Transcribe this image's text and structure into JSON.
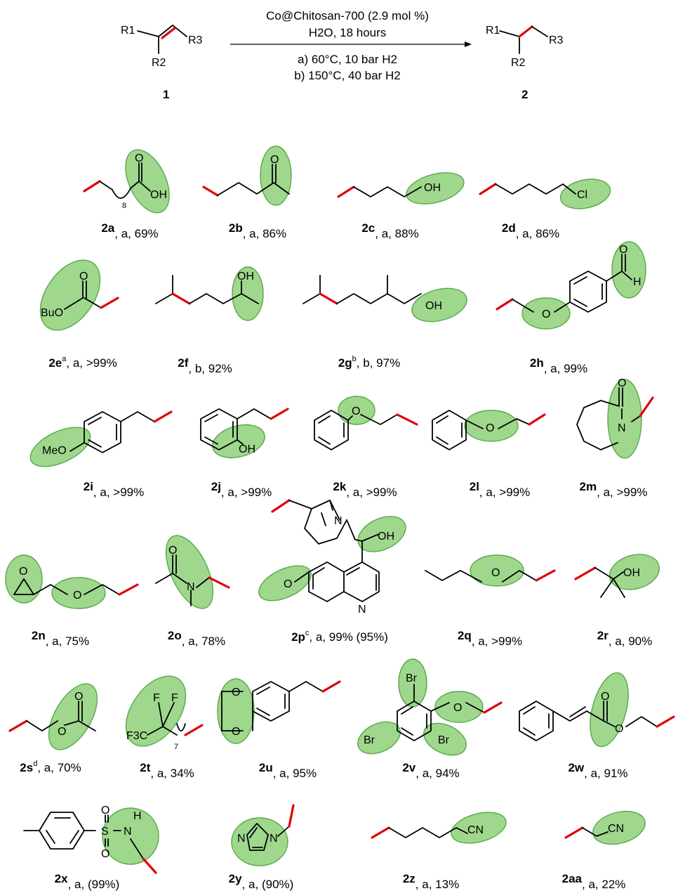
{
  "reaction": {
    "catalyst": "Co@Chitosan-700 (2.9 mol %)",
    "solvent": "H2O",
    "time": "18 hours",
    "condition_a": "a) 60°C, 10 bar H2",
    "condition_b": "b) 150°C, 40 bar H2",
    "reactant_label": "1",
    "product_label": "2",
    "reactant_groups": [
      "R1",
      "R2",
      "R3"
    ],
    "product_groups": [
      "R1",
      "R2",
      "R3"
    ]
  },
  "compounds": [
    {
      "id": "2a",
      "sup": "",
      "cond": "a",
      "yield": "69%",
      "atoms": [
        "O",
        "OH",
        "8"
      ]
    },
    {
      "id": "2b",
      "sup": "",
      "cond": "a",
      "yield": "86%",
      "atoms": [
        "O"
      ]
    },
    {
      "id": "2c",
      "sup": "",
      "cond": "a",
      "yield": "88%",
      "atoms": [
        "OH"
      ]
    },
    {
      "id": "2d",
      "sup": "",
      "cond": "a",
      "yield": "86%",
      "atoms": [
        "Cl"
      ]
    },
    {
      "id": "2e",
      "sup": "a",
      "cond": "a",
      "yield": ">99%",
      "atoms": [
        "O",
        "BuO"
      ]
    },
    {
      "id": "2f",
      "sup": "",
      "cond": "b",
      "yield": "92%",
      "atoms": [
        "OH"
      ]
    },
    {
      "id": "2g",
      "sup": "b",
      "cond": "b",
      "yield": "97%",
      "atoms": [
        "OH"
      ]
    },
    {
      "id": "2h",
      "sup": "",
      "cond": "a",
      "yield": "99%",
      "atoms": [
        "O",
        "H",
        "O"
      ]
    },
    {
      "id": "2i",
      "sup": "",
      "cond": "a",
      "yield": ">99%",
      "atoms": [
        "MeO"
      ]
    },
    {
      "id": "2j",
      "sup": "",
      "cond": "a",
      "yield": ">99%",
      "atoms": [
        "OH"
      ]
    },
    {
      "id": "2k",
      "sup": "",
      "cond": "a",
      "yield": ">99%",
      "atoms": [
        "O"
      ]
    },
    {
      "id": "2l",
      "sup": "",
      "cond": "a",
      "yield": ">99%",
      "atoms": [
        "O"
      ]
    },
    {
      "id": "2m",
      "sup": "",
      "cond": "a",
      "yield": ">99%",
      "atoms": [
        "O",
        "N"
      ]
    },
    {
      "id": "2n",
      "sup": "",
      "cond": "a",
      "yield": "75%",
      "atoms": [
        "O",
        "O"
      ]
    },
    {
      "id": "2o",
      "sup": "",
      "cond": "a",
      "yield": "78%",
      "atoms": [
        "O",
        "N"
      ]
    },
    {
      "id": "2p",
      "sup": "c",
      "cond": "a",
      "yield": "99% (95%)",
      "atoms": [
        "N",
        "OH",
        "O",
        "N"
      ]
    },
    {
      "id": "2q",
      "sup": "",
      "cond": "a",
      "yield": ">99%",
      "atoms": [
        "O"
      ]
    },
    {
      "id": "2r",
      "sup": "",
      "cond": "a",
      "yield": "90%",
      "atoms": [
        "OH"
      ]
    },
    {
      "id": "2s",
      "sup": "d",
      "cond": "a",
      "yield": "70%",
      "atoms": [
        "O",
        "O"
      ]
    },
    {
      "id": "2t",
      "sup": "",
      "cond": "a",
      "yield": "34%",
      "atoms": [
        "F",
        "F",
        "F3C",
        "7"
      ]
    },
    {
      "id": "2u",
      "sup": "",
      "cond": "a",
      "yield": "95%",
      "atoms": [
        "O",
        "O"
      ]
    },
    {
      "id": "2v",
      "sup": "",
      "cond": "a",
      "yield": "94%",
      "atoms": [
        "Br",
        "O",
        "Br",
        "Br"
      ]
    },
    {
      "id": "2w",
      "sup": "",
      "cond": "a",
      "yield": "91%",
      "atoms": [
        "O",
        "O"
      ]
    },
    {
      "id": "2x",
      "sup": "",
      "cond": "a",
      "yield": "(99%)",
      "atoms": [
        "O",
        "S",
        "O",
        "N",
        "H"
      ]
    },
    {
      "id": "2y",
      "sup": "",
      "cond": "a",
      "yield": "(90%)",
      "atoms": [
        "N",
        "N"
      ]
    },
    {
      "id": "2z",
      "sup": "",
      "cond": "a",
      "yield": "13%",
      "atoms": [
        "CN"
      ]
    },
    {
      "id": "2aa",
      "sup": "",
      "cond": "a",
      "yield": "22%",
      "atoms": [
        "CN"
      ]
    }
  ],
  "colors": {
    "highlight_fill": "#8fd17a",
    "highlight_stroke": "#3c9a2c",
    "new_bond": "#e0000a"
  }
}
